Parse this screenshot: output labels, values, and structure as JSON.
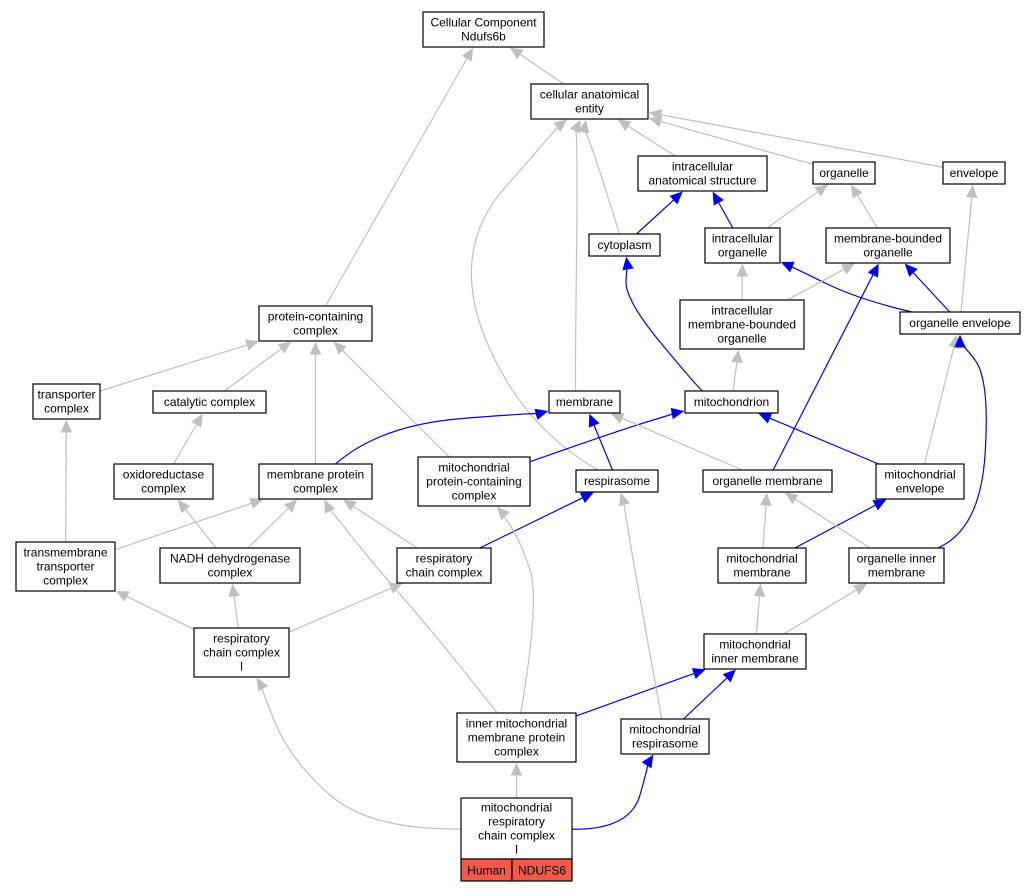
{
  "colors": {
    "default_edge": "#bfbfbf",
    "highlight_edge": "#0000ee",
    "legend_fill": "#f05a47"
  },
  "nodes": {
    "root": "Cellular Component\nNdufs6b",
    "cae": "cellular anatomical\nentity",
    "ias": "intracellular\nanatomical structure",
    "organelle": "organelle",
    "envelope": "envelope",
    "cytoplasm": "cytoplasm",
    "intra_org": "intracellular\norganelle",
    "mbo": "membrane-bounded\norganelle",
    "imbo": "intracellular\nmembrane-bounded\norganelle",
    "org_env": "organelle envelope",
    "pcc": "protein-containing\ncomplex",
    "transporter": "transporter\ncomplex",
    "catalytic": "catalytic complex",
    "membrane": "membrane",
    "mito": "mitochondrion",
    "oxred": "oxidoreductase\ncomplex",
    "mpc": "membrane protein\ncomplex",
    "mpcc": "mitochondrial\nprotein-containing\ncomplex",
    "respirasome": "respirasome",
    "org_mem": "organelle membrane",
    "mito_env": "mitochondrial\nenvelope",
    "tm_trans": "transmembrane\ntransporter\ncomplex",
    "nadh": "NADH dehydrogenase\ncomplex",
    "rcc": "respiratory\nchain complex",
    "mito_mem": "mitochondrial\nmembrane",
    "oim": "organelle inner\nmembrane",
    "rcc1": "respiratory\nchain complex\nI",
    "mim": "mitochondrial\ninner membrane",
    "impc": "inner mitochondrial\nmembrane protein\ncomplex",
    "mito_resp": "mitochondrial\nrespirasome",
    "target": "mitochondrial\nrespiratory\nchain complex\nI"
  },
  "legend": {
    "species": "Human",
    "gene": "NDUFS6"
  },
  "edges": [
    [
      "cae",
      "root",
      "gray"
    ],
    [
      "pcc",
      "root",
      "gray"
    ],
    [
      "ias",
      "cae",
      "gray"
    ],
    [
      "organelle",
      "cae",
      "gray"
    ],
    [
      "envelope",
      "cae",
      "gray"
    ],
    [
      "cytoplasm",
      "cae",
      "gray"
    ],
    [
      "membrane",
      "cae",
      "gray"
    ],
    [
      "respirasome",
      "cae",
      "gray"
    ],
    [
      "cytoplasm",
      "ias",
      "blue"
    ],
    [
      "intra_org",
      "ias",
      "blue"
    ],
    [
      "intra_org",
      "organelle",
      "gray"
    ],
    [
      "mbo",
      "organelle",
      "gray"
    ],
    [
      "org_env",
      "envelope",
      "gray"
    ],
    [
      "org_env",
      "intra_org",
      "blue"
    ],
    [
      "org_env",
      "mbo",
      "blue"
    ],
    [
      "imbo",
      "intra_org",
      "gray"
    ],
    [
      "imbo",
      "mbo",
      "gray"
    ],
    [
      "mito",
      "cytoplasm",
      "blue"
    ],
    [
      "mito",
      "imbo",
      "gray"
    ],
    [
      "transporter",
      "pcc",
      "gray"
    ],
    [
      "catalytic",
      "pcc",
      "gray"
    ],
    [
      "mpc",
      "pcc",
      "gray"
    ],
    [
      "mpcc",
      "pcc",
      "gray"
    ],
    [
      "oxred",
      "catalytic",
      "gray"
    ],
    [
      "mpc",
      "membrane",
      "blue"
    ],
    [
      "mpcc",
      "mito",
      "blue"
    ],
    [
      "respirasome",
      "membrane",
      "blue"
    ],
    [
      "org_mem",
      "membrane",
      "gray"
    ],
    [
      "org_mem",
      "mbo",
      "blue"
    ],
    [
      "mito_env",
      "mito",
      "blue"
    ],
    [
      "mito_env",
      "org_env",
      "gray"
    ],
    [
      "tm_trans",
      "transporter",
      "gray"
    ],
    [
      "tm_trans",
      "mpc",
      "gray"
    ],
    [
      "nadh",
      "oxred",
      "gray"
    ],
    [
      "nadh",
      "mpc",
      "gray"
    ],
    [
      "rcc",
      "mpc",
      "gray"
    ],
    [
      "rcc",
      "respirasome",
      "blue"
    ],
    [
      "mito_mem",
      "org_mem",
      "gray"
    ],
    [
      "mito_mem",
      "mito_env",
      "blue"
    ],
    [
      "oim",
      "org_mem",
      "gray"
    ],
    [
      "oim",
      "org_env",
      "blue"
    ],
    [
      "rcc1",
      "tm_trans",
      "gray"
    ],
    [
      "rcc1",
      "nadh",
      "gray"
    ],
    [
      "rcc1",
      "rcc",
      "gray"
    ],
    [
      "mim",
      "mito_mem",
      "gray"
    ],
    [
      "mim",
      "oim",
      "gray"
    ],
    [
      "impc",
      "mpc",
      "gray"
    ],
    [
      "impc",
      "mpcc",
      "gray"
    ],
    [
      "impc",
      "mim",
      "blue"
    ],
    [
      "mito_resp",
      "respirasome",
      "gray"
    ],
    [
      "mito_resp",
      "mim",
      "blue"
    ],
    [
      "target",
      "rcc1",
      "gray"
    ],
    [
      "target",
      "impc",
      "gray"
    ],
    [
      "target",
      "mito_resp",
      "blue"
    ]
  ]
}
